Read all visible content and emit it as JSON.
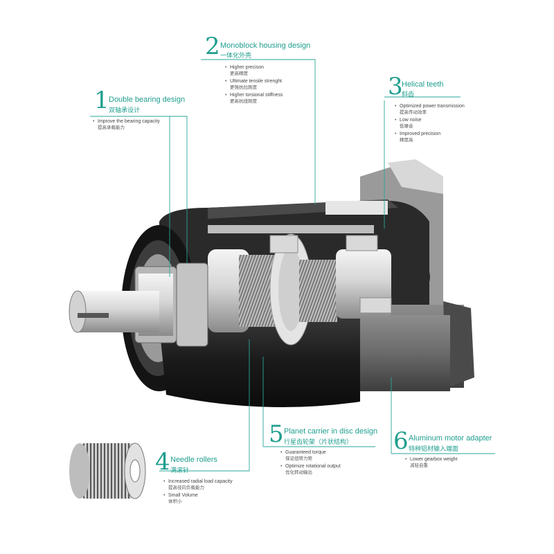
{
  "callouts": [
    {
      "number": "1",
      "title": "Double bearing design",
      "title_cn": "双轴承设计",
      "items": [
        {
          "en": "Improve the bearing capacity",
          "cn": "提高承载能力"
        }
      ]
    },
    {
      "number": "2",
      "title": "Monoblock housing design",
      "title_cn": "一体化外壳",
      "items": [
        {
          "en": "Higher precison",
          "cn": "更高精度"
        },
        {
          "en": "Ultimate tensile strenght",
          "cn": "更强抗拉刚度"
        },
        {
          "en": "Higher torsional  stiffness",
          "cn": "更高抗扭刚度"
        }
      ]
    },
    {
      "number": "3",
      "title": "Helical teeth",
      "title_cn": "斜齿",
      "items": [
        {
          "en": "Optimized power transmission",
          "cn": "提高传动效率"
        },
        {
          "en": "Low noise",
          "cn": "低噪音"
        },
        {
          "en": "Improved precision",
          "cn": "精度高"
        }
      ]
    },
    {
      "number": "4",
      "title": "Needle rollers",
      "title_cn": "满滚针",
      "items": [
        {
          "en": "Increased radial load capacity",
          "cn": "提高径向负载能力"
        },
        {
          "en": "Small Volume",
          "cn": "体积小"
        }
      ]
    },
    {
      "number": "5",
      "title": "Planet carrier in disc design",
      "title_cn": "行星齿轮架（片状结构）",
      "items": [
        {
          "en": "Guaranteed torque",
          "cn": "保证扭转力矩"
        },
        {
          "en": "Optimize rotational output",
          "cn": "优化转动输出"
        }
      ]
    },
    {
      "number": "6",
      "title": "Aluminum motor adapter",
      "title_cn": "特种铝材输入端面",
      "items": [
        {
          "en": "Lower gearbox weight",
          "cn": "减轻自重"
        }
      ]
    }
  ],
  "colors": {
    "accent": "#1f9e8e",
    "housing_dark": "#1c1c1c",
    "metal": "#c9c9c9"
  }
}
